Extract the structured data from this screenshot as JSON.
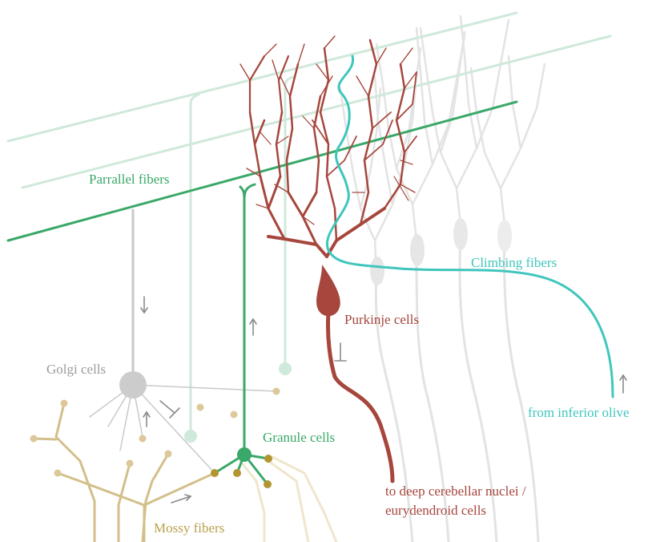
{
  "labels": {
    "parallel_fibers": "Parrallel fibers",
    "climbing_fibers": "Climbing fibers",
    "purkinje_cells": "Purkinje cells",
    "golgi_cells": "Golgi cells",
    "granule_cells": "Granule cells",
    "mossy_fibers": "Mossy fibers",
    "from_inferior_olive": "from inferior olive",
    "deep_nuclei_line1": "to deep cerebellar nuclei /",
    "deep_nuclei_line2": "eurydendroid cells"
  },
  "colors": {
    "parallel": "#3aa868",
    "parallel_faint": "#cfe9da",
    "climbing": "#3fc6bc",
    "purkinje": "#a6463c",
    "purkinje_ghost": "#e2e2e2",
    "golgi": "#c8c8c8",
    "golgi_text": "#9b9b9b",
    "mossy": "#c8b278",
    "mossy_text": "#b8a14a",
    "mossy_faint": "#e6d9b4",
    "arrow": "#8a8a8a"
  }
}
